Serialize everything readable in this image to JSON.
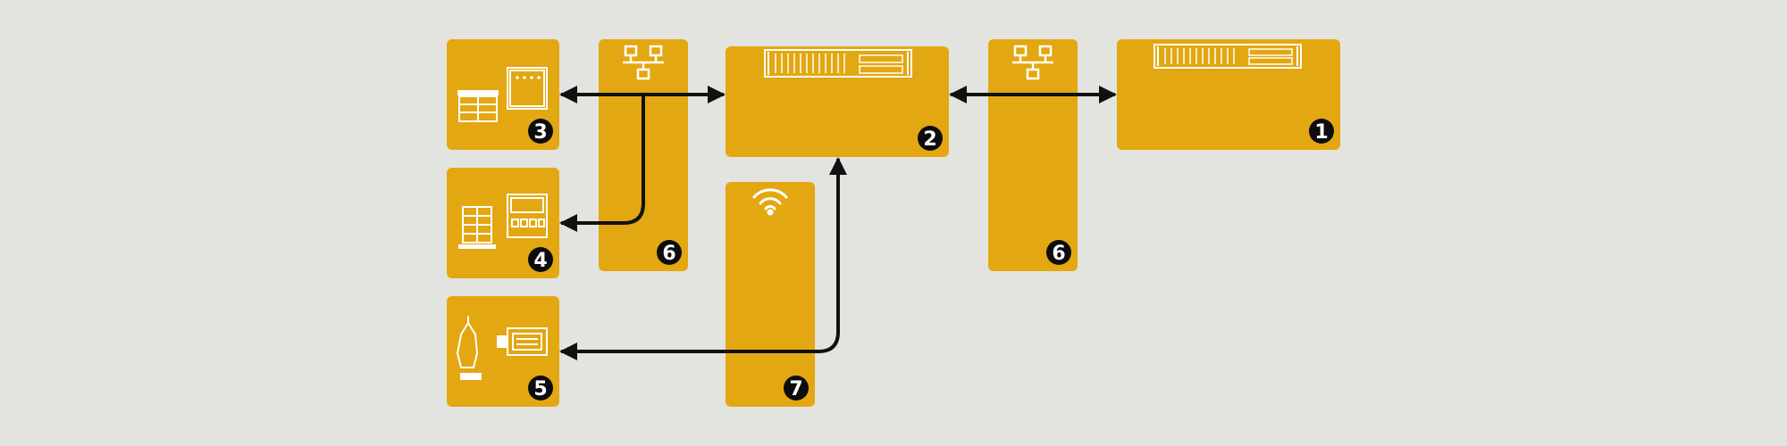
{
  "colors": {
    "background": "#e3e3df",
    "block": "#e3a712",
    "connector": "#111111",
    "icon": "#ffffff",
    "badge": "#0d0d0d"
  },
  "blocks": [
    {
      "id": "block-1",
      "number": "1",
      "icon": "rack-server-icon"
    },
    {
      "id": "block-2",
      "number": "2",
      "icon": "rack-server-icon"
    },
    {
      "id": "block-3",
      "number": "3",
      "icon": "control-cabinet-icon"
    },
    {
      "id": "block-4",
      "number": "4",
      "icon": "pallet-storage-icon"
    },
    {
      "id": "block-5",
      "number": "5",
      "icon": "industrial-pc-icon"
    },
    {
      "id": "block-6a",
      "number": "6",
      "icon": "network-icon"
    },
    {
      "id": "block-6b",
      "number": "6",
      "icon": "network-icon"
    },
    {
      "id": "block-7",
      "number": "7",
      "icon": "wifi-icon"
    }
  ]
}
